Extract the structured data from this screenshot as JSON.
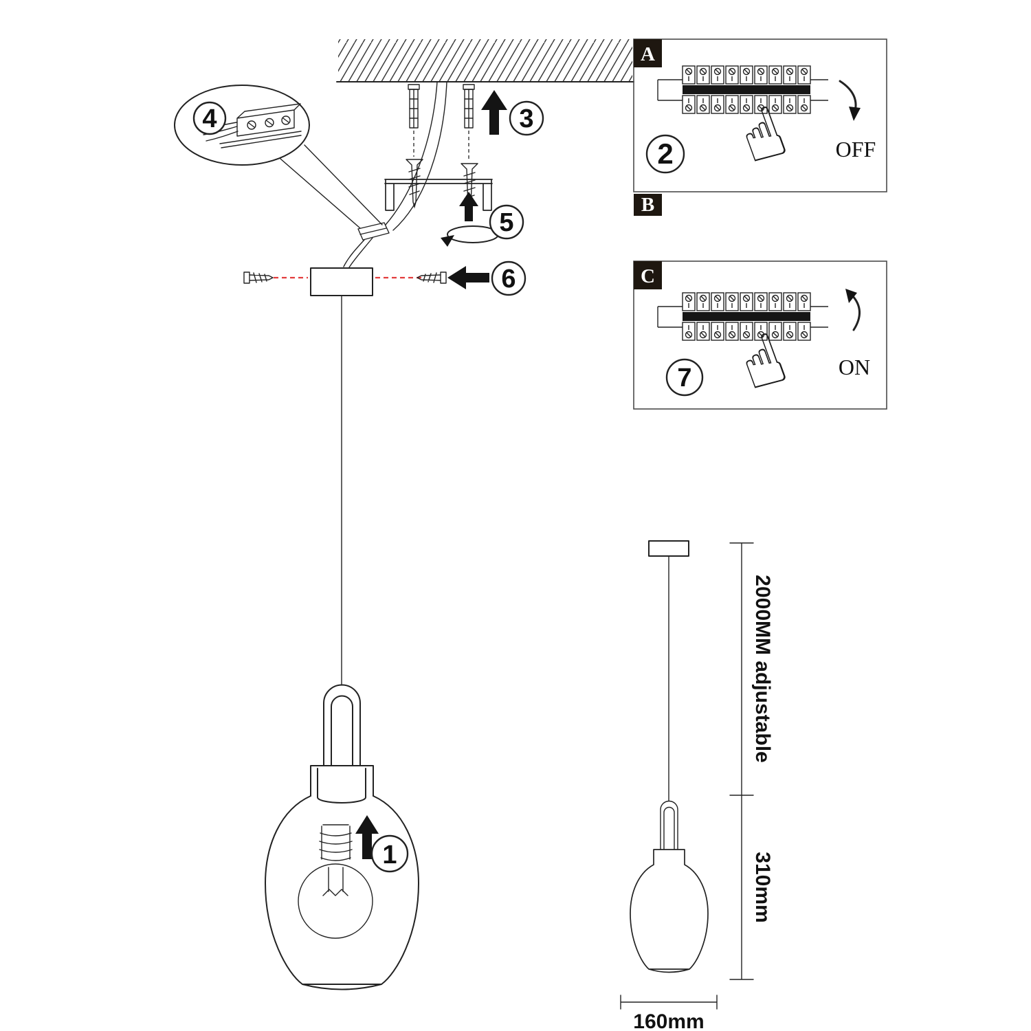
{
  "steps": {
    "n1": "1",
    "n2": "2",
    "n3": "3",
    "n4": "4",
    "n5": "5",
    "n6": "6",
    "n7": "7"
  },
  "sections": {
    "a": "A",
    "b": "B",
    "c": "C"
  },
  "breaker": {
    "off": "OFF",
    "on": "ON"
  },
  "dims": {
    "cable": "2000MM adjustable",
    "height": "310mm",
    "width": "160mm"
  },
  "icons": {
    "pointing_hand": "☝"
  },
  "colors": {
    "line": "#222222",
    "dash_red": "#e23b3b",
    "label_bg": "#1e1710"
  }
}
